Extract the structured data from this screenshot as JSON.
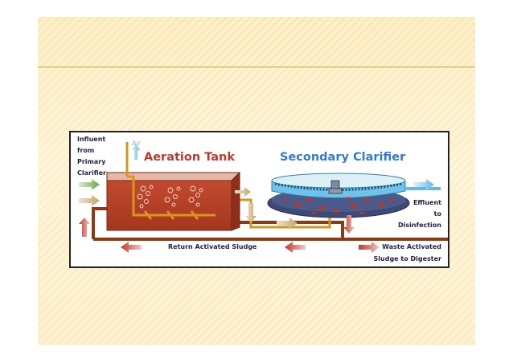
{
  "diagram": {
    "influent_lines": [
      "Influent",
      "from",
      "Primary",
      "Clarifier"
    ],
    "air_label": "Air",
    "aeration_title": "Aeration Tank",
    "clarifier_title": "Secondary Clarifier",
    "effluent_lines": [
      "Effluent",
      "to",
      "Disinfection"
    ],
    "return_label": "Return Activated Sludge",
    "waste_lines": [
      "Waste Activated",
      "Sludge to Digester"
    ]
  },
  "colors": {
    "slide_background": "#fdeec5",
    "slide_rule": "#c9a23a",
    "aeration_title": "#c0392b",
    "clarifier_title": "#2e7bd6",
    "air_label": "#7fb3e0",
    "sludge_pipe": "#8b3a14",
    "air_pipe": "#d6961e",
    "tank_liquid": "#b8432a"
  }
}
